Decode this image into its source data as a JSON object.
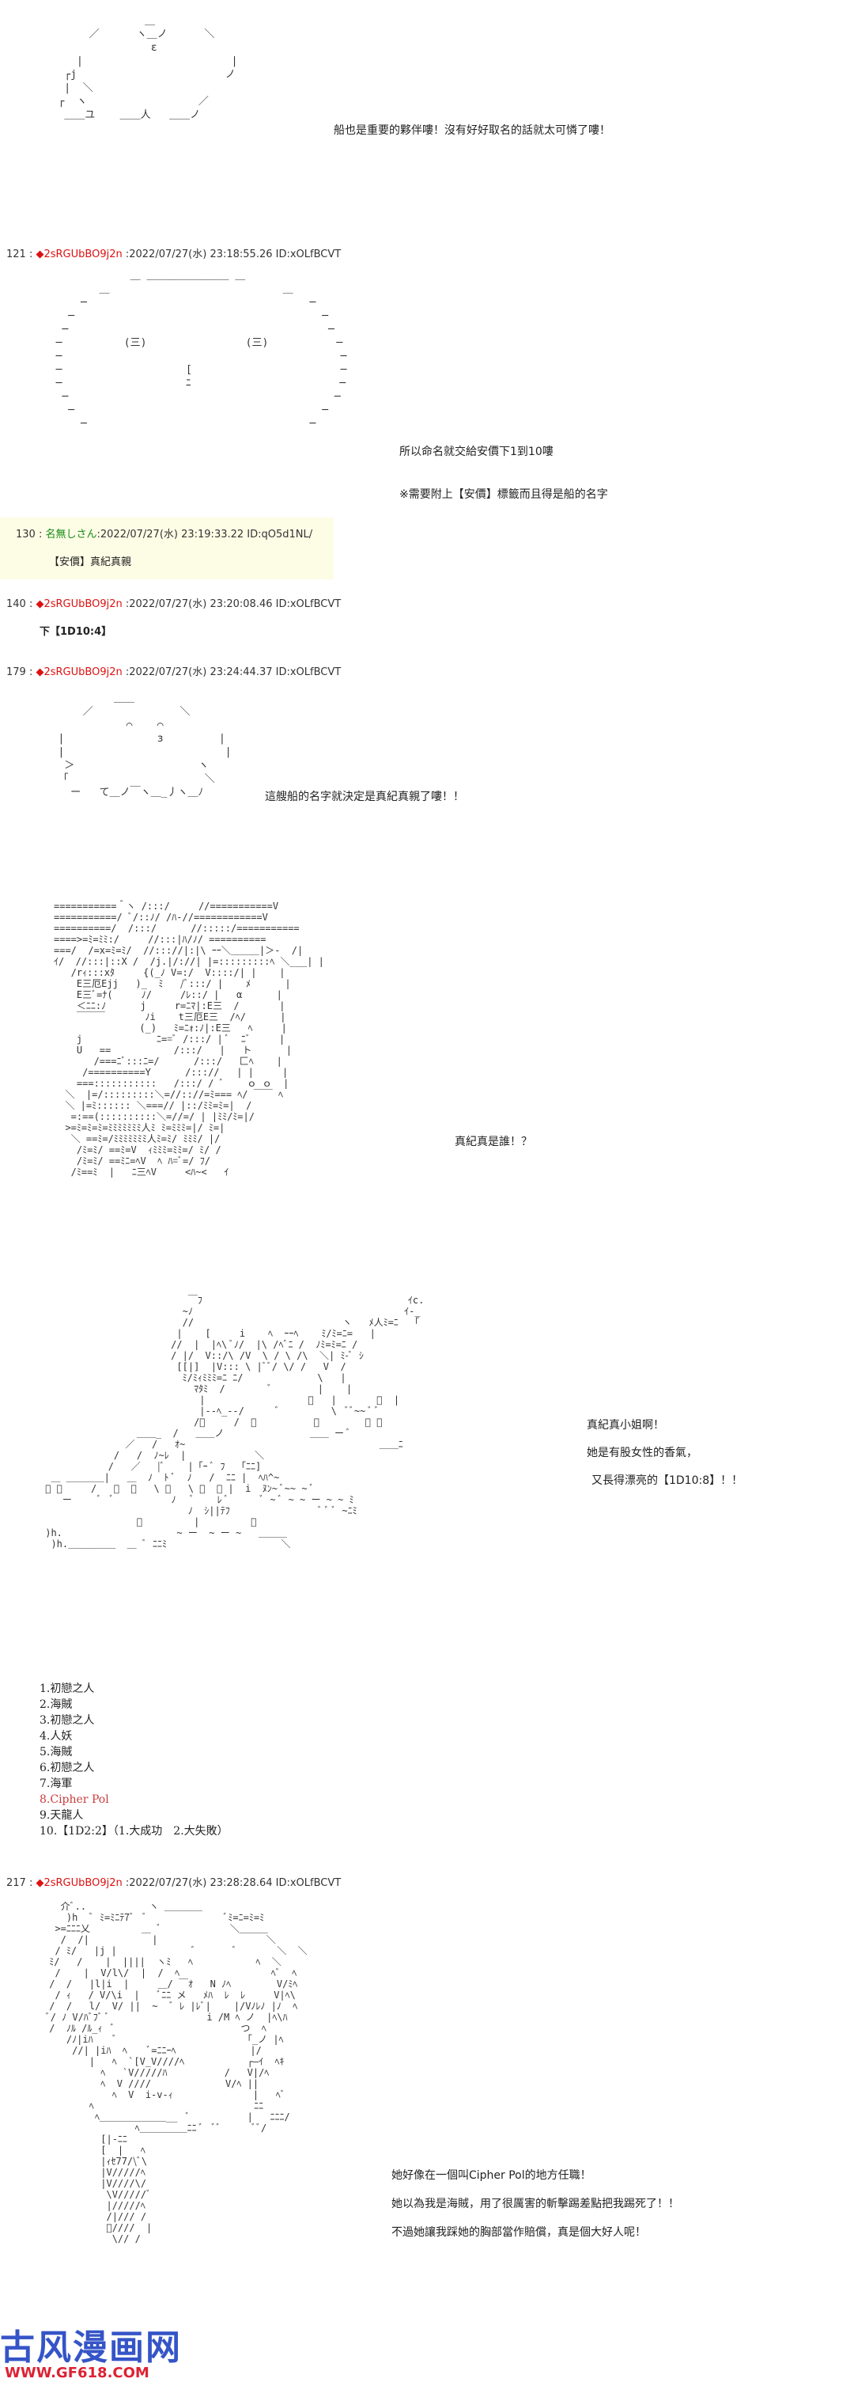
{
  "posts": [
    {
      "num": "121",
      "trip": "2sRGUbBO9j2n",
      "date": "2022/07/27(水) 23:18:55.26",
      "id": "ID:xOLfBCVT"
    },
    {
      "num": "130",
      "name": "名無しさん",
      "date": "2022/07/27(水) 23:19:33.22",
      "id": "ID:qO5d1NL/",
      "body": "【安價】真紀真親"
    },
    {
      "num": "140",
      "trip": "2sRGUbBO9j2n",
      "date": "2022/07/27(水) 23:20:08.46",
      "id": "ID:xOLfBCVT",
      "body": "下【1D10:4】"
    },
    {
      "num": "179",
      "trip": "2sRGUbBO9j2n",
      "date": "2022/07/27(水) 23:24:44.37",
      "id": "ID:xOLfBCVT"
    },
    {
      "num": "217",
      "trip": "2sRGUbBO9j2n",
      "date": "2022/07/27(水) 23:28:28.64",
      "id": "ID:xOLfBCVT"
    }
  ],
  "dialogue": {
    "l1": "船也是重要的夥伴嘍！沒有好好取名的話就太可憐了嘍！",
    "l2": "所以命名就交給安價下1到10嘍",
    "l3": "※需要附上【安價】標籤而且得是船的名字",
    "l4": "這艘船的名字就決定是真紀真親了嘍！！",
    "l5": "真紀真是誰！？",
    "l6": "真紀真小姐啊！",
    "l7": "她是有股女性的香氣，",
    "l8": "又長得漂亮的【1D10:8】！！",
    "l9": "她好像在一個叫Cipher Pol的地方任職！",
    "l10": "她以為我是海賊，用了很厲害的斬擊踢差點把我踢死了！！",
    "l11": "不過她讓我踩她的胸部當作賠償，真是個大好人呢！"
  },
  "list": {
    "i1": "1.初戀之人",
    "i2": "2.海賊",
    "i3": "3.初戀之人",
    "i4": "4.人妖",
    "i5": "5.海賊",
    "i6": "6.初戀之人",
    "i7": "7.海軍",
    "i8": "8.Cipher Pol",
    "i9": "9.天龍人",
    "i10": "10.【1D2:2】（1.大成功　2.大失敗）"
  },
  "watermark": {
    "title": "古风漫画网",
    "url": "WWW.GF618.COM"
  },
  "colors": {
    "trip": "#d11111",
    "anon": "#168a16",
    "highlight": "#fdfde6",
    "list_red": "#c83c3c",
    "watermark_blue": "#3554c7",
    "watermark_red": "#dd2233"
  }
}
